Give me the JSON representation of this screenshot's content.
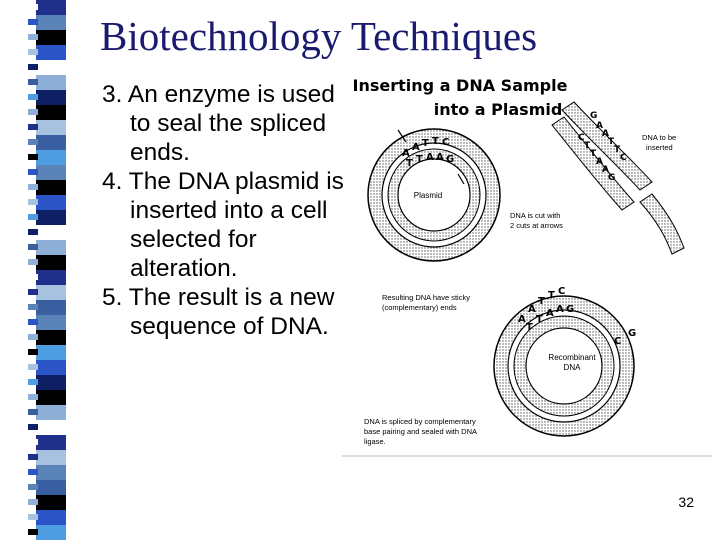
{
  "slide": {
    "title": "Biotechnology Techniques",
    "bullets": [
      "3.  An enzyme is used to seal the spliced ends.",
      "4.  The DNA plasmid is inserted into a cell selected for alteration.",
      "5.  The result is a new sequence of DNA."
    ],
    "page_number": "32"
  },
  "figure": {
    "heading_line1": "Inserting a DNA Sample",
    "heading_line2": "into a Plasmid",
    "label_plasmid": "Plasmid",
    "label_dna_inserted_line1": "DNA to be",
    "label_dna_inserted_line2": "inserted",
    "label_cut_line1": "DNA is cut with",
    "label_cut_line2": "2 cuts at arrows",
    "label_sticky_line1": "Resulting DNA have sticky",
    "label_sticky_line2": "(complementary) ends",
    "label_recombinant_line1": "Recombinant",
    "label_recombinant_line2": "DNA",
    "label_spliced_line1": "DNA is spliced by complementary",
    "label_spliced_line2": "base pairing and sealed with DNA",
    "label_spliced_line3": "ligase.",
    "bases_top": [
      "A",
      "A",
      "T",
      "T",
      "C"
    ],
    "bases_bottom": [
      "T",
      "T",
      "A",
      "A",
      "G"
    ],
    "bases_insert_top": [
      "G",
      "A",
      "A",
      "T",
      "T",
      "C"
    ],
    "bases_insert_bottom": [
      "C",
      "T",
      "T",
      "A",
      "A",
      "G"
    ],
    "base_letter_g": "G",
    "base_letter_c": "C"
  },
  "theme": {
    "stripe_colors": [
      "#1f2f8a",
      "#5a84b8",
      "#000000",
      "#ffffff",
      "#2b55c6",
      "#8fb0d6",
      "#0e1f66",
      "#a7c2de",
      "#3a5fa0",
      "#4d9de0"
    ]
  }
}
